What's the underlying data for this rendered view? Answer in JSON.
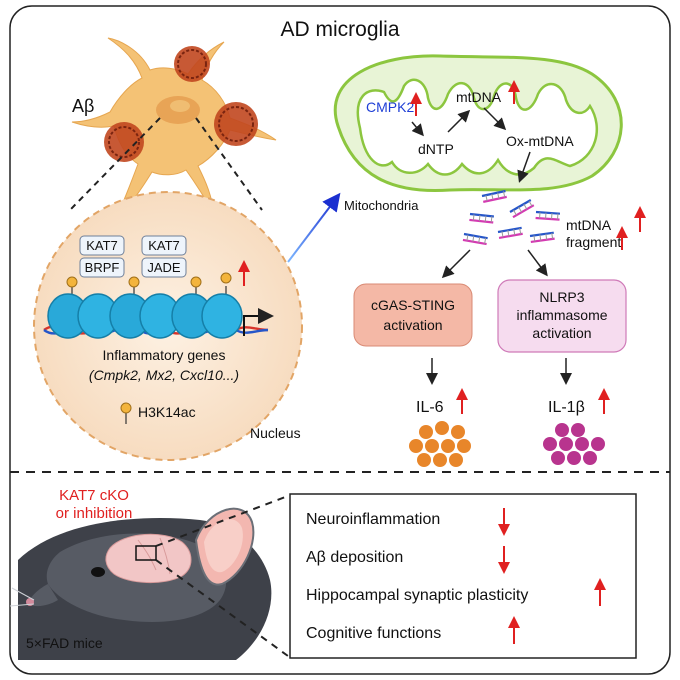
{
  "title": "AD microglia",
  "cell": {
    "label": "Aβ"
  },
  "nucleus": {
    "complex1": [
      "KAT7",
      "BRPF"
    ],
    "complex2": [
      "KAT7",
      "JADE"
    ],
    "genes_label": "Inflammatory genes",
    "genes_list": "(Cmpk2, Mx2, Cxcl10...)",
    "legend_mark": "H3K14ac",
    "label": "Nucleus"
  },
  "mitochondria": {
    "label": "Mitochondria",
    "cmpk2": "CMPK2",
    "dntp": "dNTP",
    "mtdna": "mtDNA",
    "ox_mtdna": "Ox-mtDNA"
  },
  "fragment": {
    "line1": "mtDNA",
    "line2": "fragment"
  },
  "pathways": {
    "cgas": {
      "line1": "cGAS-STING",
      "line2": "activation"
    },
    "nlrp3": {
      "line1": "NLRP3",
      "line2": "inflammasome",
      "line3": "activation"
    }
  },
  "cytokines": {
    "il6": "IL-6",
    "il1b": "IL-1β"
  },
  "mouse": {
    "intervention_line1": "KAT7 cKO",
    "intervention_line2": "or inhibition",
    "label": "5×FAD mice"
  },
  "outcomes": [
    {
      "text": "Neuroinflammation",
      "direction": "down"
    },
    {
      "text": "Aβ deposition",
      "direction": "down"
    },
    {
      "text": "Hippocampal synaptic plasticity",
      "direction": "up"
    },
    {
      "text": "Cognitive functions",
      "direction": "up"
    }
  ],
  "colors": {
    "up_arrow": "#e02020",
    "down_arrow": "#e02020",
    "cmpk2_text": "#1f3fd6",
    "intervention_text": "#e02020",
    "mito_outer": "#8cc63f",
    "nucleosome": "#29a9d9",
    "cgas_box": "#f4b8a6",
    "nlrp3_box": "#f6dcef",
    "il6_dots": "#e8862a",
    "il1b_dots": "#b8348e"
  }
}
